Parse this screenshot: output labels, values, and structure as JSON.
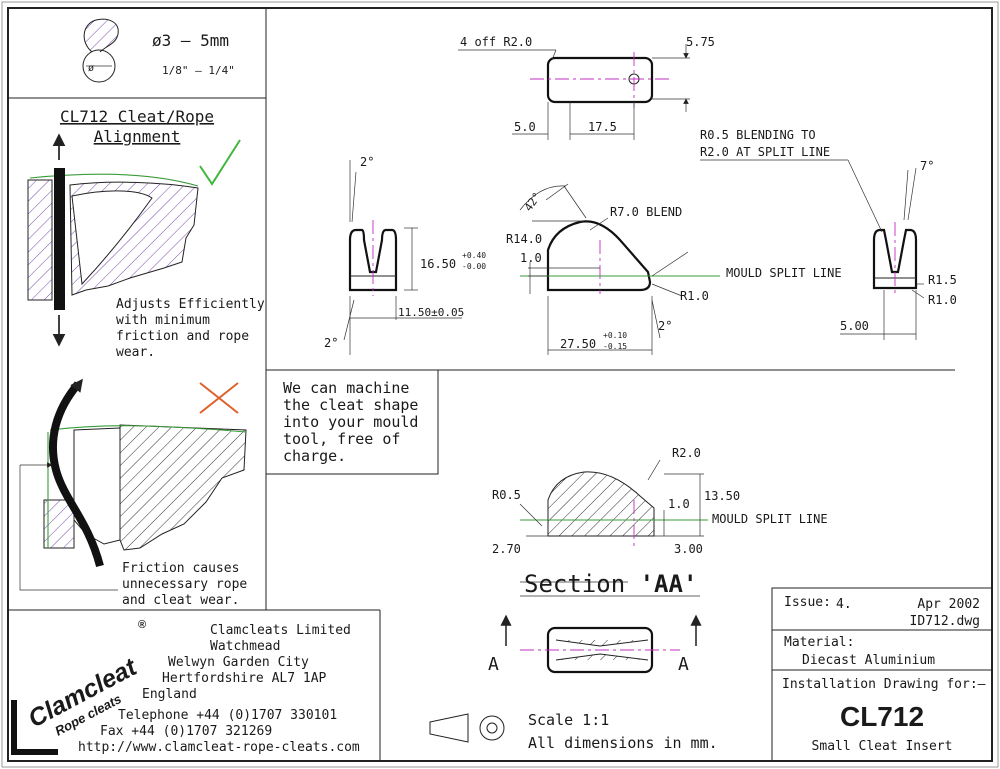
{
  "rope_size": {
    "metric": "ø3 – 5mm",
    "imperial": "1/8\" – 1/4\""
  },
  "alignment": {
    "title_line1": "CL712 Cleat/Rope",
    "title_line2": "Alignment",
    "good_caption": [
      "Adjusts Efficiently",
      "with minimum",
      "friction and rope",
      "wear."
    ],
    "bad_caption": [
      "Friction causes",
      "unnecessary rope",
      "and cleat wear."
    ]
  },
  "note_box": [
    "We can machine",
    "the cleat shape",
    "into your mould",
    "tool, free of",
    "charge."
  ],
  "dims": {
    "top_radius": "4 off R2.0",
    "top_575": "5.75",
    "top_50": "5.0",
    "top_175": "17.5",
    "angle_left_top": "2°",
    "angle_left_bottom": "2°",
    "d1650": "16.50",
    "d1650_tol_up": "+0.40",
    "d1650_tol_dn": "-0.00",
    "d1150": "11.50±0.05",
    "angle_42": "42°",
    "r70": "R7.0 BLEND",
    "r140": "R14.0",
    "d10": "1.0",
    "r10_bottom": "R1.0",
    "angle_mid": "2°",
    "d2750": "27.50",
    "d2750_tol_up": "+0.10",
    "d2750_tol_dn": "-0.15",
    "blend_line1": "R0.5 BLENDING TO",
    "blend_line2": "R2.0 AT SPLIT LINE",
    "angle_7": "7°",
    "mould_split_1": "MOULD SPLIT LINE",
    "r15": "R1.5",
    "r10_right": "R1.0",
    "d500": "5.00",
    "sec_r20": "R2.0",
    "sec_r05": "R0.5",
    "sec_1350": "13.50",
    "sec_10": "1.0",
    "mould_split_2": "MOULD SPLIT LINE",
    "sec_270": "2.70",
    "sec_300": "3.00"
  },
  "section": {
    "title_prefix": "Section ",
    "title_mark": "'AA'",
    "marker_left": "A",
    "marker_right": "A"
  },
  "company": {
    "logo_main": "Clamcleat",
    "logo_sub": "Rope cleats",
    "logo_reg": "®",
    "address": [
      "Clamcleats Limited",
      "Watchmead",
      "Welwyn Garden City",
      "Hertfordshire AL7 1AP",
      "England"
    ],
    "telephone": "Telephone +44 (0)1707 330101",
    "fax": "Fax +44 (0)1707 321269",
    "web": "http://www.clamcleat-rope-cleats.com"
  },
  "scale": {
    "label": "Scale 1:1",
    "units": "All dimensions in mm."
  },
  "titleblock": {
    "issue_label": "Issue:",
    "issue_value": "4.",
    "date": "Apr 2002",
    "file": "ID712.dwg",
    "material_label": "Material:",
    "material_value": "Diecast Aluminium",
    "install_label": "Installation Drawing for:–",
    "part": "CL712",
    "part_desc": "Small Cleat Insert"
  },
  "colors": {
    "check": "#3fb73f",
    "cross": "#e0602a",
    "centerline": "#c02fbf",
    "splitline": "#3a9c3a"
  }
}
